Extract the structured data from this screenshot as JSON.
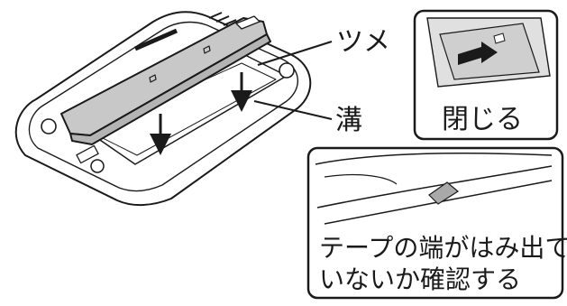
{
  "labels": {
    "tsume": "ツメ",
    "mizo": "溝",
    "close": "閉じる",
    "note_line1": "テープの端がはみ出て",
    "note_line2": "いないか確認する"
  },
  "colors": {
    "outline": "#1a1a1a",
    "battery_fill": "#c8c8c8",
    "tape_fill": "#a9a9a9",
    "panel_bg": "#ffffff"
  }
}
